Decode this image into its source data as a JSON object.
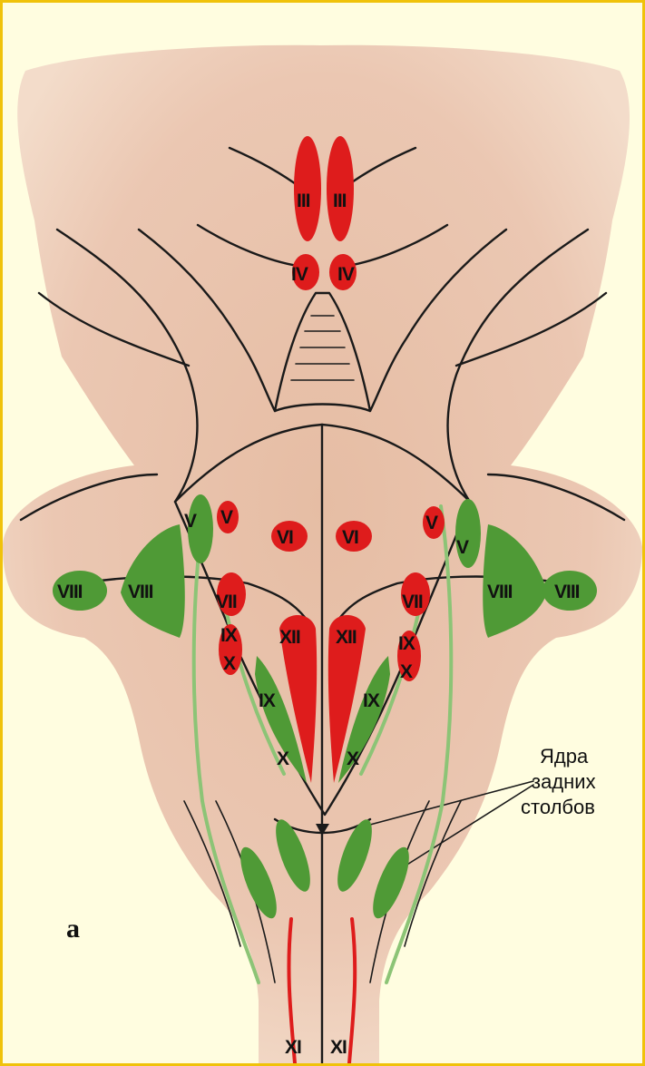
{
  "figure": {
    "panel_letter": "a",
    "annotation": [
      "Ядра",
      "задних",
      "столбов"
    ],
    "colors": {
      "background": "#fffde0",
      "frame": "#f0c20a",
      "tissue": "#e9c2ac",
      "motor_nuclei": "#de1c1c",
      "sensory_nuclei": "#4f9a36",
      "tracts": "#8cc476"
    }
  },
  "labels": {
    "III": "III",
    "IV": "IV",
    "V": "V",
    "VI": "VI",
    "VII": "VII",
    "VIII": "VIII",
    "IX": "IX",
    "X": "X",
    "XI": "XI",
    "XII": "XII"
  }
}
